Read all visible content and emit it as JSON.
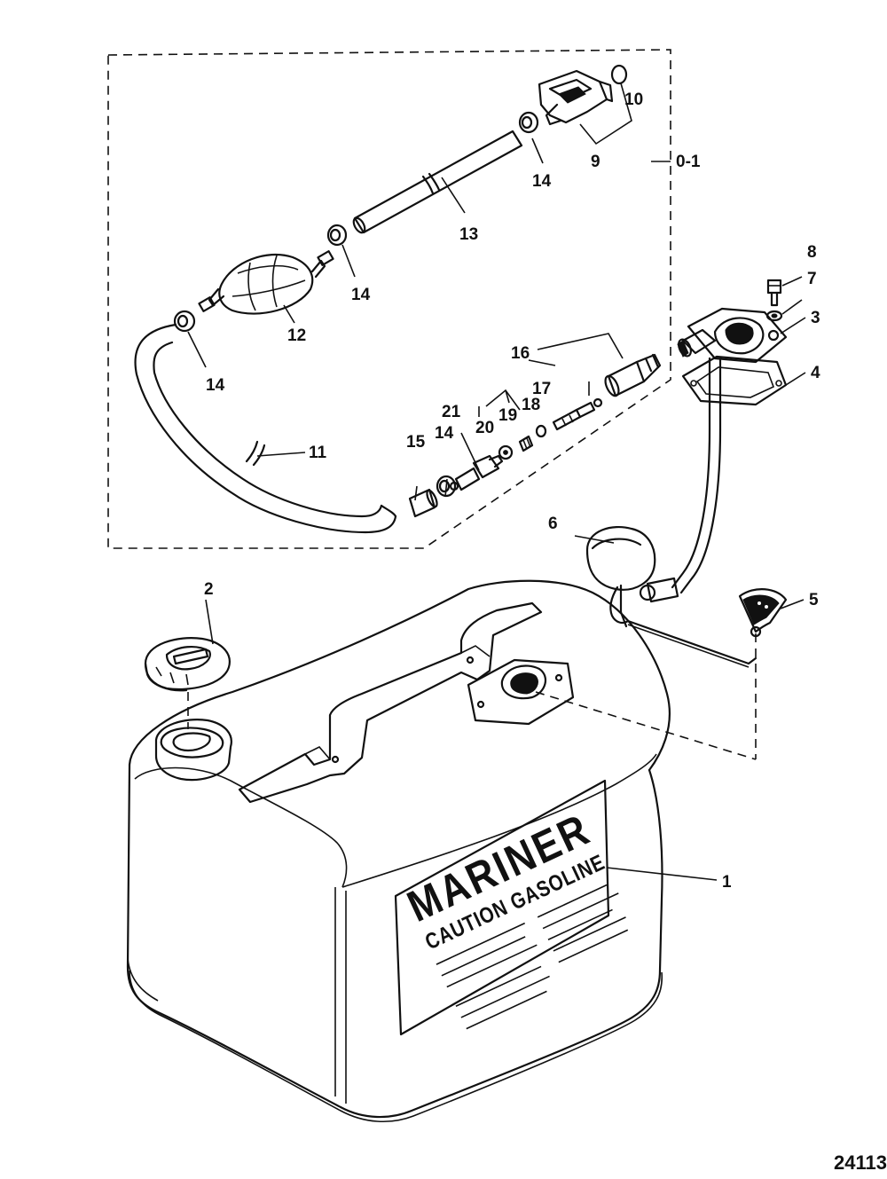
{
  "figure_number": "24113",
  "tank_label": {
    "brand": "MARINER",
    "caution": "CAUTION GASOLINE"
  },
  "callouts": [
    {
      "id": "kit",
      "text": "0-1"
    },
    {
      "id": "tank",
      "text": "1"
    },
    {
      "id": "cap",
      "text": "2"
    },
    {
      "id": "pickup",
      "text": "3"
    },
    {
      "id": "gasket",
      "text": "4"
    },
    {
      "id": "gauge",
      "text": "5"
    },
    {
      "id": "float",
      "text": "6"
    },
    {
      "id": "washer",
      "text": "7"
    },
    {
      "id": "screw",
      "text": "8"
    },
    {
      "id": "engine-connector",
      "text": "9"
    },
    {
      "id": "o-ring",
      "text": "10"
    },
    {
      "id": "hose-lower",
      "text": "11"
    },
    {
      "id": "primer-bulb",
      "text": "12"
    },
    {
      "id": "hose-upper",
      "text": "13"
    },
    {
      "id": "clamp-a",
      "text": "14"
    },
    {
      "id": "clamp-b",
      "text": "14"
    },
    {
      "id": "clamp-c",
      "text": "14"
    },
    {
      "id": "clamp-d",
      "text": "14"
    },
    {
      "id": "sleeve",
      "text": "15"
    },
    {
      "id": "tank-connector",
      "text": "16"
    },
    {
      "id": "valve",
      "text": "17"
    },
    {
      "id": "seal",
      "text": "18"
    },
    {
      "id": "spring",
      "text": "19"
    },
    {
      "id": "washer-small",
      "text": "20"
    },
    {
      "id": "fitting",
      "text": "21"
    }
  ]
}
